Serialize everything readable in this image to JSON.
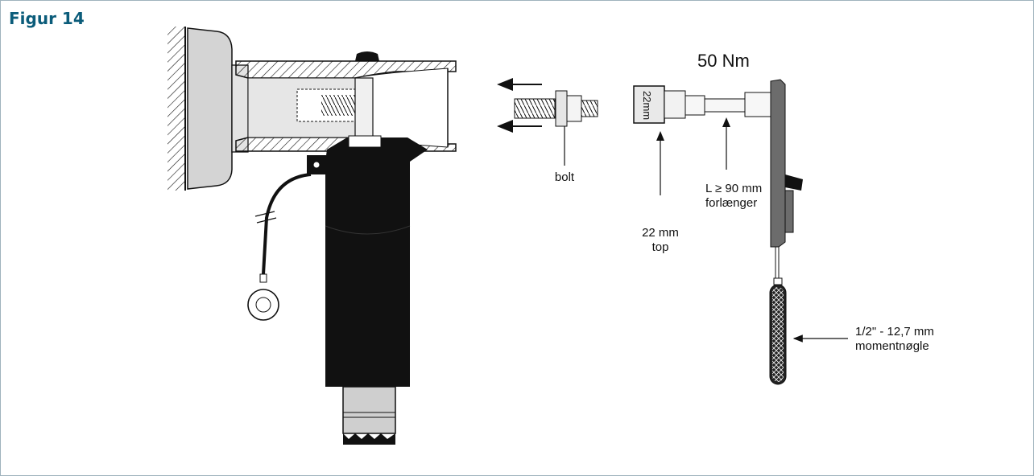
{
  "figure": {
    "title": "Figur 14",
    "torque": "50 Nm",
    "socket_marking": "22mm",
    "labels": {
      "bolt": "bolt",
      "extension_line1": "L ≥ 90 mm",
      "extension_line2": "forlænger",
      "socket_line1": "22 mm",
      "socket_line2": "top",
      "wrench_line1": "1/2\" - 12,7 mm",
      "wrench_line2": "momentnøgle"
    }
  },
  "colors": {
    "title": "#0b5c7a",
    "frame": "#9fb3bd",
    "ink": "#111111",
    "metal": "#d9d9d9",
    "rubber": "#111111"
  }
}
